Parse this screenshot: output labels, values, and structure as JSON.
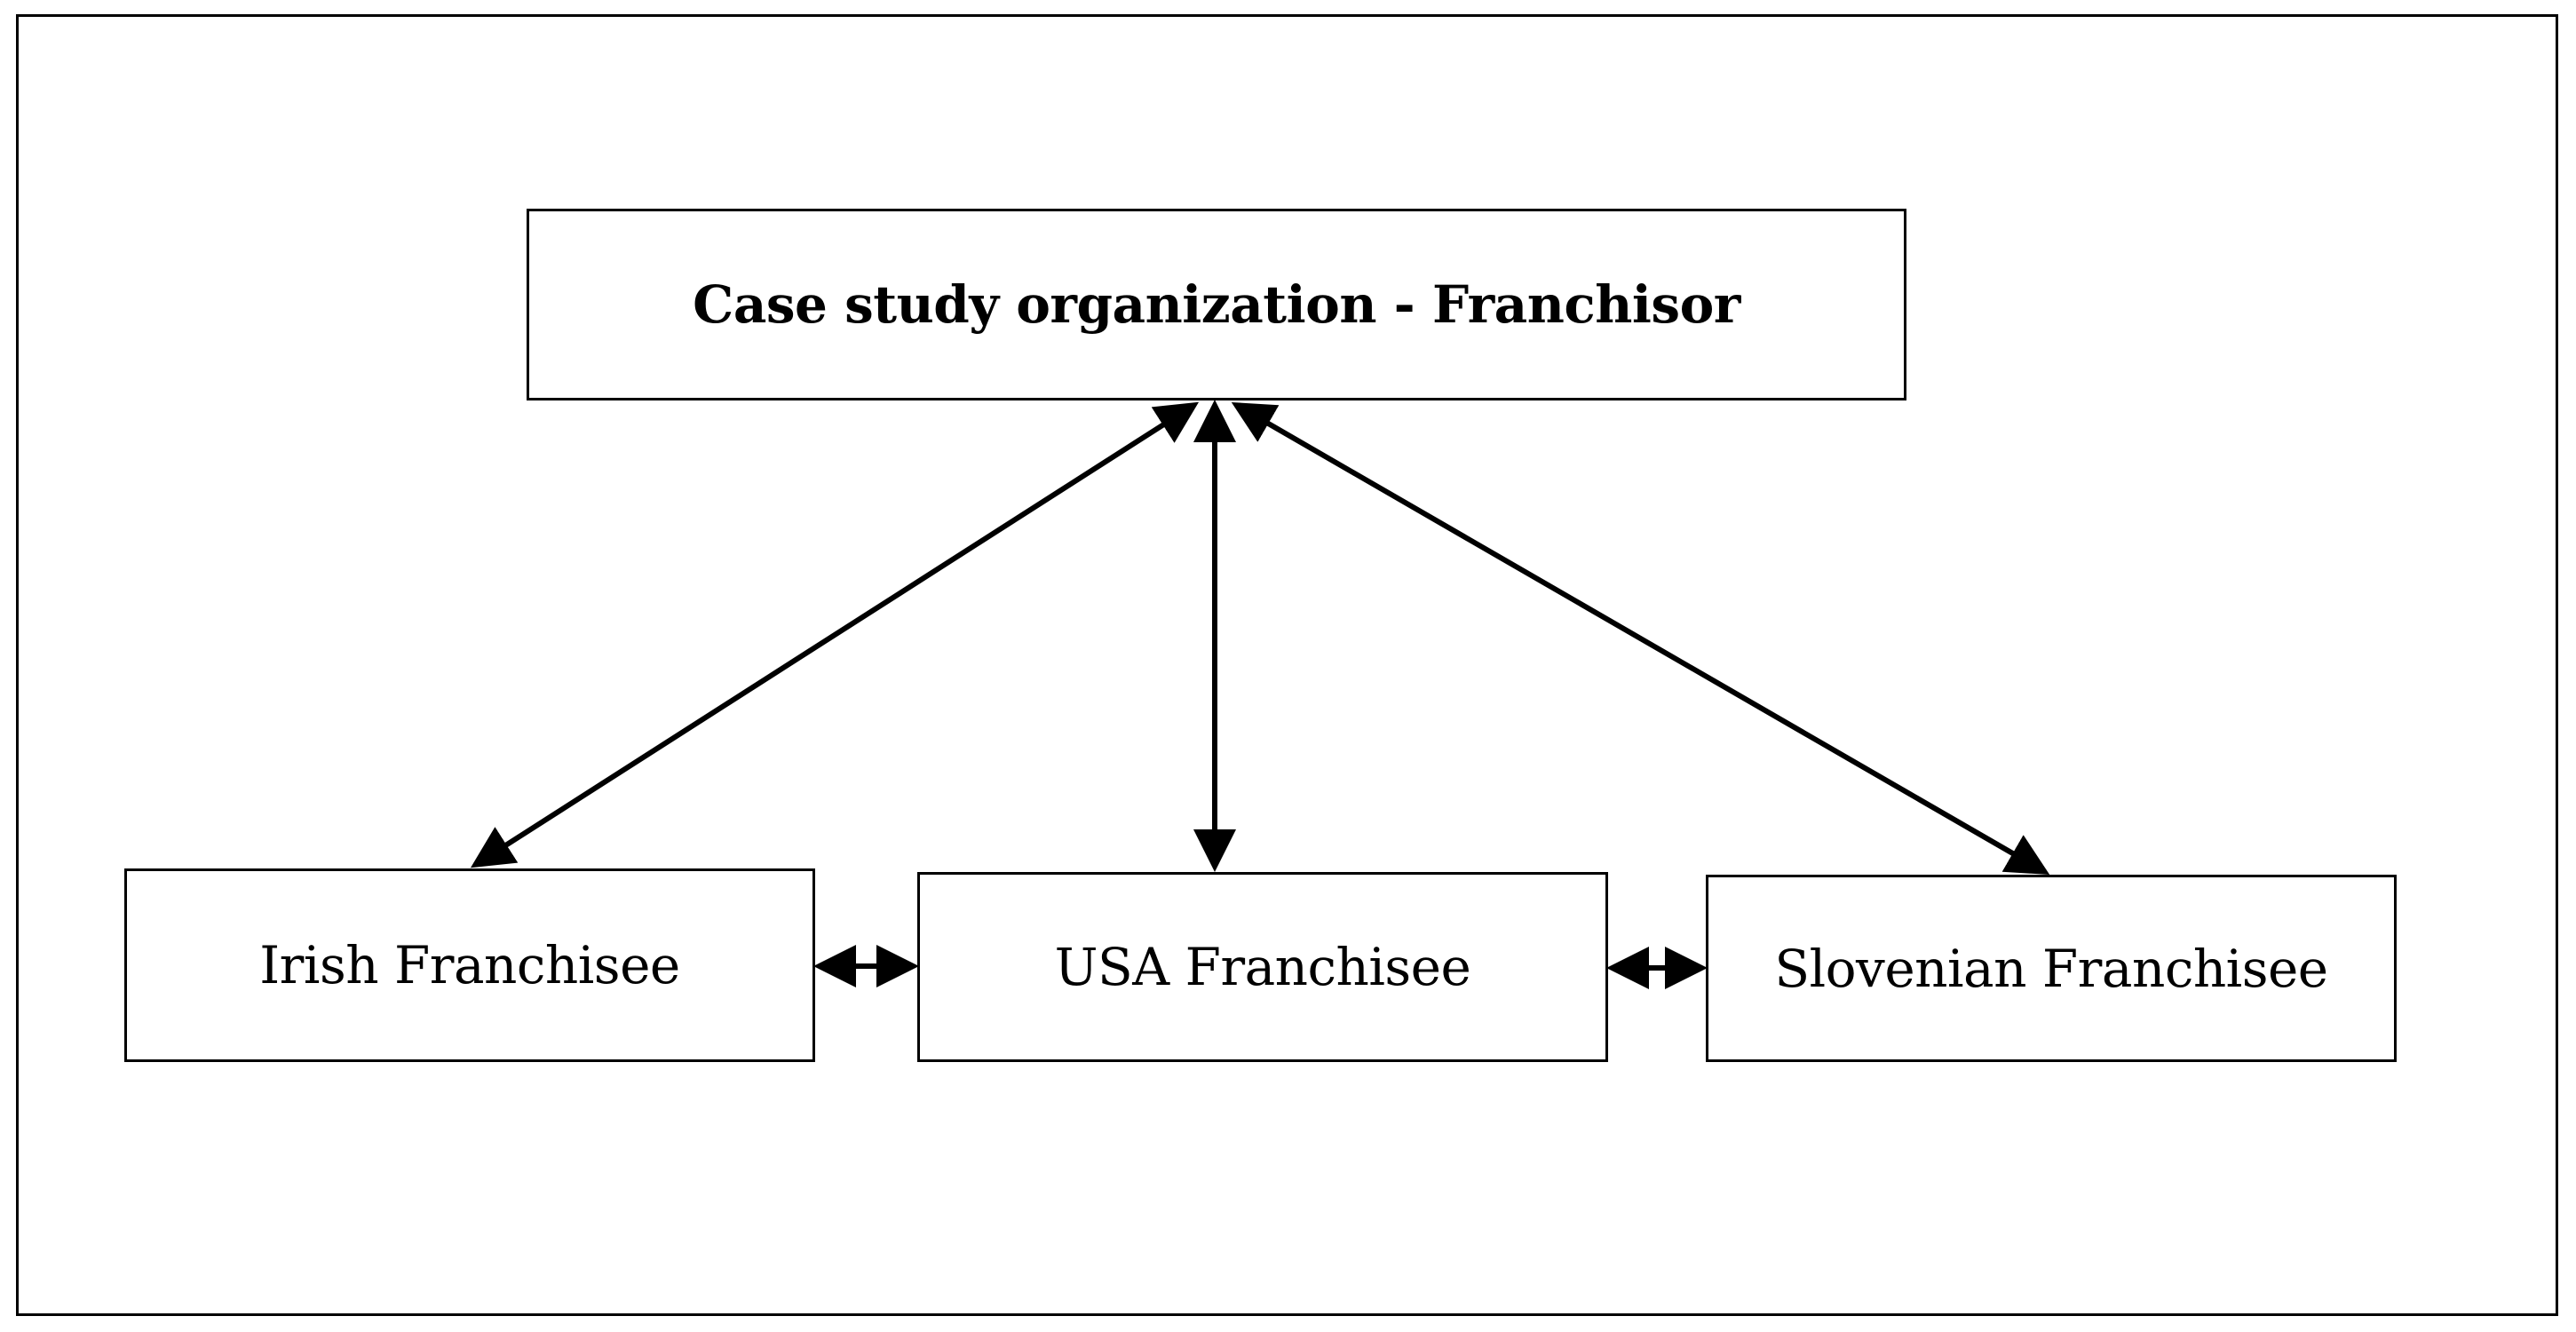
{
  "diagram": {
    "top": {
      "label": "Case study organization - Franchisor"
    },
    "bottom": [
      {
        "label": "Irish Franchisee"
      },
      {
        "label": "USA Franchisee"
      },
      {
        "label": "Slovenian Franchisee"
      }
    ]
  },
  "colors": {
    "stroke": "#000000",
    "background": "#ffffff"
  }
}
